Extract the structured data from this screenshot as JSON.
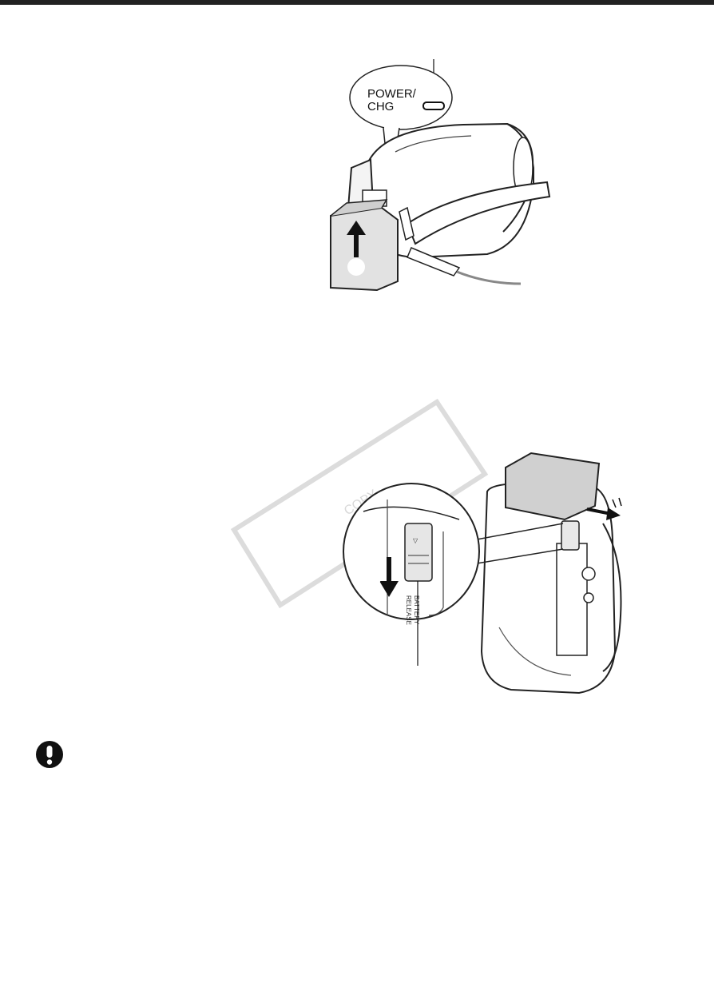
{
  "figure1": {
    "callout_label_line1": "POWER/",
    "callout_label_line2": "CHG"
  },
  "figure2": {
    "latch_label_line1": "BATTERY",
    "latch_label_line2": "RELEASE",
    "latch_marker": "▽"
  },
  "watermark": {
    "text": "COPY"
  },
  "notice": {
    "icon": "exclamation-icon"
  }
}
